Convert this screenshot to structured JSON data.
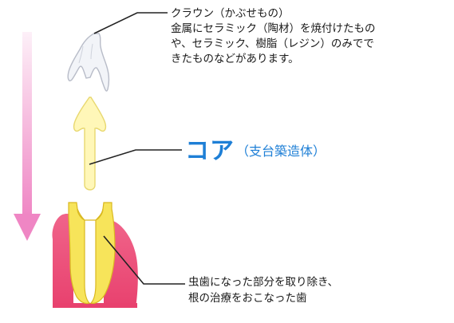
{
  "crown": {
    "title": "クラウン（かぶせもの）",
    "desc_line1": "金属にセラミック（陶材）を焼付けたもの",
    "desc_line2": "や、セラミック、樹脂（レジン）のみでで",
    "desc_line3": "きたものなどがあります。"
  },
  "core": {
    "title": "コア",
    "subtitle": "（支台築造体）"
  },
  "tooth": {
    "line1": "虫歯になった部分を取り除き、",
    "line2": "根の治療をおこなった歯"
  },
  "colors": {
    "crown_fill": "#f2f4f8",
    "crown_stroke": "#b8bcc8",
    "core_fill": "#fff7b8",
    "core_stroke": "#e8d870",
    "gum": "#ee4f7a",
    "root": "#f7e45a",
    "root_stroke": "#d9b820",
    "arrow_top": "#fbe6f3",
    "arrow_bottom": "#ef86c4",
    "title_blue": "#1e7fd6",
    "leader": "#222222"
  }
}
